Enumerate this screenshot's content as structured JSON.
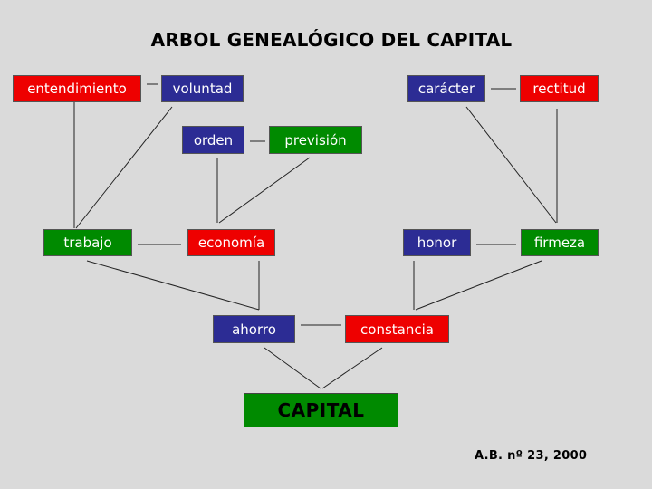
{
  "title": "ARBOL GENEALÓGICO DEL CAPITAL",
  "credit": "A.B. nº 23, 2000",
  "colors": {
    "red": "#ee0000",
    "blue": "#2c2c94",
    "green": "#008a00",
    "background": "#dadada"
  },
  "nodes": {
    "entendimiento": "entendimiento",
    "voluntad": "voluntad",
    "caracter": "carácter",
    "rectitud": "rectitud",
    "orden": "orden",
    "prevision": "previsión",
    "trabajo": "trabajo",
    "economia": "economía",
    "honor": "honor",
    "firmeza": "firmeza",
    "ahorro": "ahorro",
    "constancia": "constancia",
    "capital": "CAPITAL"
  },
  "edges": [
    [
      "entendimiento",
      "voluntad"
    ],
    [
      "caracter",
      "rectitud"
    ],
    [
      "orden",
      "prevision"
    ],
    [
      "entendimiento",
      "trabajo"
    ],
    [
      "voluntad",
      "trabajo"
    ],
    [
      "orden",
      "economia"
    ],
    [
      "prevision",
      "economia"
    ],
    [
      "caracter",
      "firmeza"
    ],
    [
      "rectitud",
      "firmeza"
    ],
    [
      "trabajo",
      "economia"
    ],
    [
      "honor",
      "firmeza"
    ],
    [
      "trabajo",
      "ahorro"
    ],
    [
      "economia",
      "ahorro"
    ],
    [
      "honor",
      "constancia"
    ],
    [
      "firmeza",
      "constancia"
    ],
    [
      "ahorro",
      "constancia"
    ],
    [
      "ahorro",
      "capital"
    ],
    [
      "constancia",
      "capital"
    ]
  ]
}
